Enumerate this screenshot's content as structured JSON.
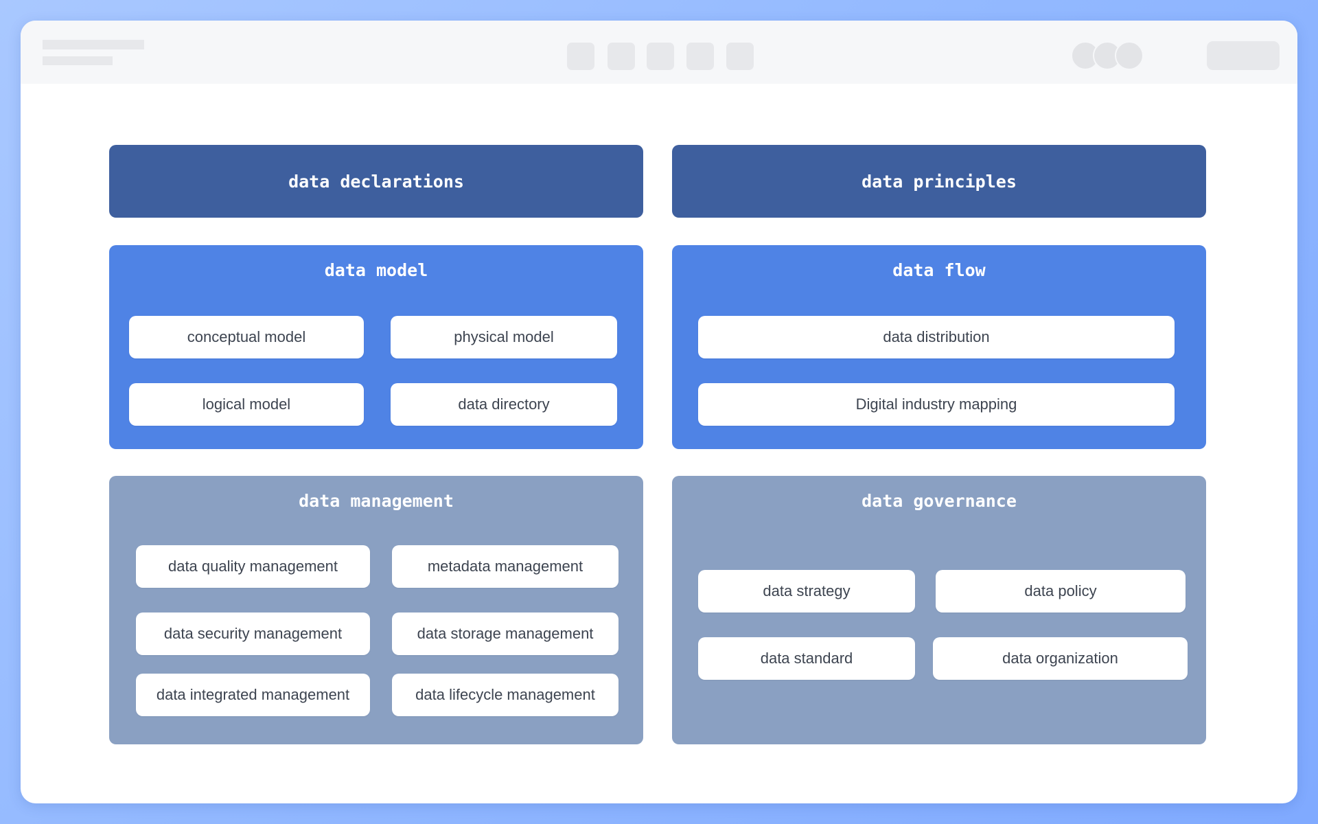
{
  "top_row": {
    "left_title": "data declarations",
    "right_title": "data principles"
  },
  "data_model": {
    "title": "data model",
    "items": [
      "conceptual model",
      "physical model",
      "logical model",
      "data directory"
    ]
  },
  "data_flow": {
    "title": "data flow",
    "items": [
      "data distribution",
      "Digital industry mapping"
    ]
  },
  "data_management": {
    "title": "data management",
    "items": [
      "data quality management",
      "metadata management",
      "data security management",
      "data storage management",
      "data integrated management",
      "data lifecycle management"
    ]
  },
  "data_governance": {
    "title": "data governance",
    "items": [
      "data strategy",
      "data policy",
      "data standard",
      "data organization"
    ]
  },
  "colors": {
    "header_dark_blue": "#3e5f9e",
    "panel_blue": "#4f83e5",
    "panel_grey_blue": "#8aa0c2",
    "background_gradient": "#93b9ff"
  }
}
